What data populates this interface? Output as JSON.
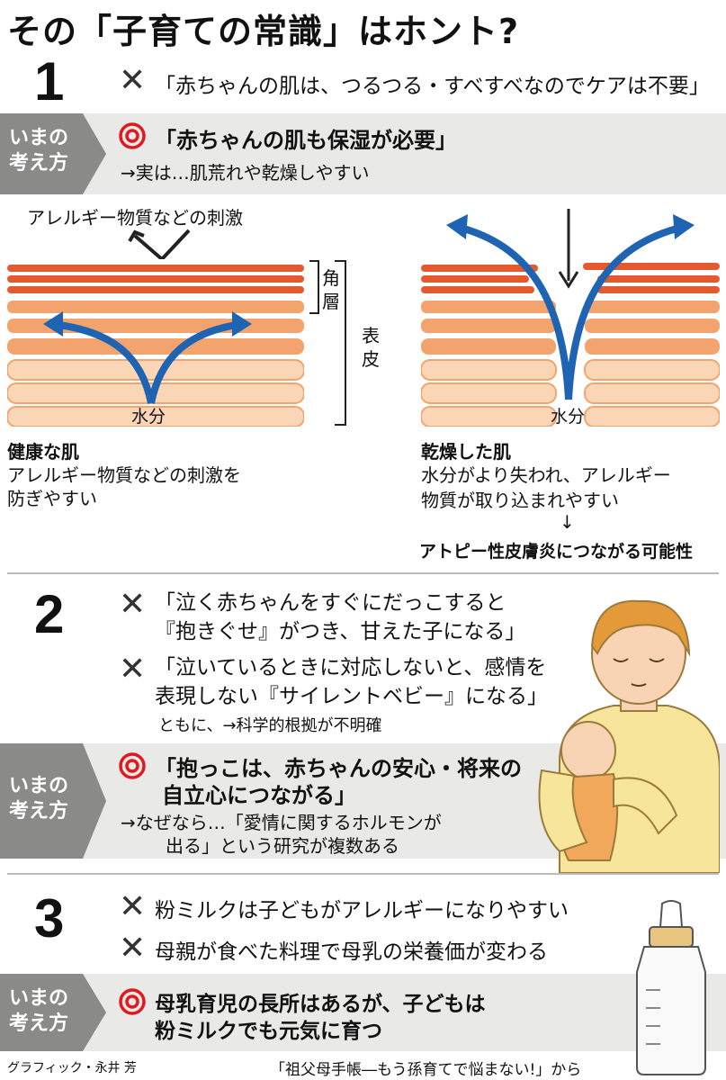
{
  "title": "その「子育ての常識」はホント?",
  "sections": [
    {
      "number": "1",
      "myths": [
        "「赤ちゃんの肌は、つるつる・すべすべなのでケアは不要」"
      ],
      "tag_line1": "いまの",
      "tag_line2": "考え方",
      "truth_line1": "「赤ちゃんの肌も保湿が必要」",
      "reason_line1": "→実は…肌荒れや乾燥しやすい"
    },
    {
      "number": "2",
      "myths": [
        "「泣く赤ちゃんをすぐにだっこすると",
        "『抱きぐせ』がつき、甘えた子になる」",
        "「泣いているときに対応しないと、感情を",
        "表現しない『サイレントベビー』になる」"
      ],
      "note": "ともに、→科学的根拠が不明確",
      "tag_line1": "いまの",
      "tag_line2": "考え方",
      "truth_line1": "「抱っこは、赤ちゃんの安心・将来の",
      "truth_line2": "自立心につながる」",
      "reason_line1": "→なぜなら…「愛情に関するホルモンが",
      "reason_line2": "出る」という研究が複数ある"
    },
    {
      "number": "3",
      "myths": [
        "粉ミルクは子どもがアレルギーになりやすい",
        "母親が食べた料理で母乳の栄養価が変わる"
      ],
      "tag_line1": "いまの",
      "tag_line2": "考え方",
      "truth_line1": "母乳育児の長所はあるが、子どもは",
      "truth_line2": "粉ミルクでも元気に育つ"
    }
  ],
  "skin_diagram": {
    "stimulus_label": "アレルギー物質などの刺激",
    "layer_horny": "角層",
    "layer_epidermis": "表皮",
    "water_label": "水分",
    "healthy_title": "健康な肌",
    "healthy_desc_1": "アレルギー物質などの刺激を",
    "healthy_desc_2": "防ぎやすい",
    "dry_title": "乾燥した肌",
    "dry_desc_1": "水分がより失われ、アレルギー",
    "dry_desc_2": "物質が取り込まれやすい",
    "dry_arrow": "↓",
    "dry_result": "アトピー性皮膚炎につながる可能性"
  },
  "credit": "グラフィック・永井 芳",
  "source": "「祖父母手帳―もう孫育てで悩まない!」から",
  "colors": {
    "tag_gray": "#8a8a88",
    "band": "#e9e9e8",
    "skin_top": "#e5592f",
    "skin_mid": "#f3a46e",
    "skin_cell": "#fbd6b6",
    "water_arrow": "#1f64b3",
    "truth_mark": "#e0191f"
  }
}
